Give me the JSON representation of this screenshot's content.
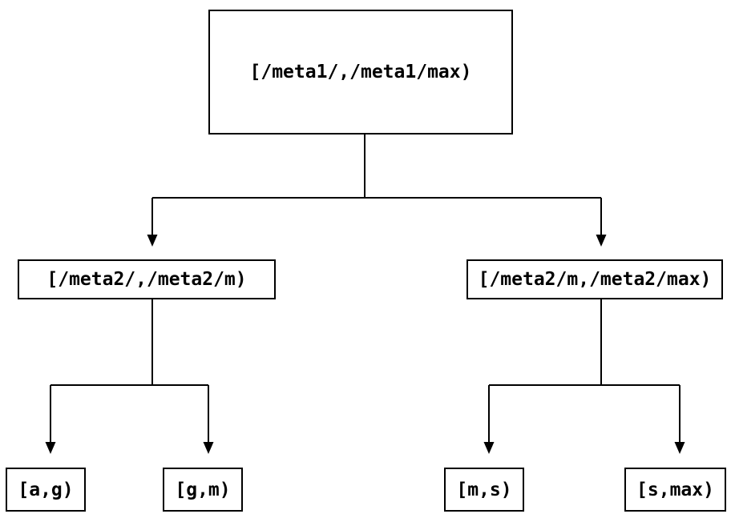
{
  "diagram": {
    "root": {
      "label": "[/meta1/,/meta1/max)"
    },
    "children": [
      {
        "label": "[/meta2/,/meta2/m)",
        "children": [
          {
            "label": "[a,g)"
          },
          {
            "label": "[g,m)"
          }
        ]
      },
      {
        "label": "[/meta2/m,/meta2/max)",
        "children": [
          {
            "label": "[m,s)"
          },
          {
            "label": "[s,max)"
          }
        ]
      }
    ],
    "colors": {
      "line": "#000000",
      "text": "#000000",
      "background": "#ffffff"
    }
  }
}
